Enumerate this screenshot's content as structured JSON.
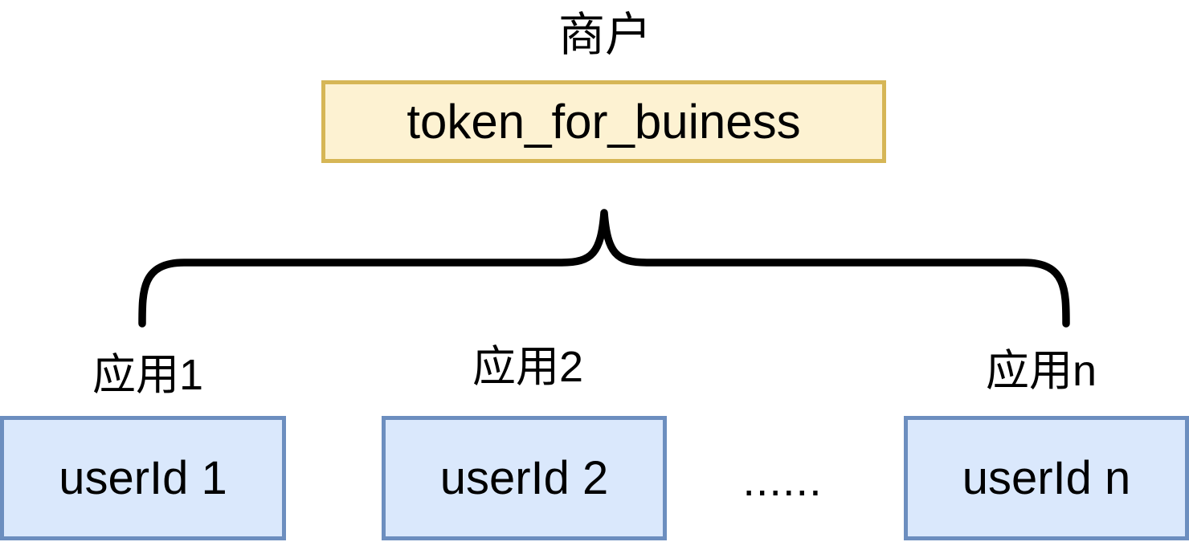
{
  "diagram": {
    "merchant_title": "商户",
    "token_box_label": "token_for_buiness",
    "app_labels": [
      "应用1",
      "应用2",
      "应用n"
    ],
    "user_boxes": [
      "userId 1",
      "userId 2",
      "userId n"
    ],
    "ellipsis": "......",
    "colors": {
      "background": "#ffffff",
      "text": "#000000",
      "token_fill": "#fdf2d2",
      "token_border": "#d6b656",
      "user_fill": "#dae8fc",
      "user_border": "#6c8ebf",
      "brace": "#000000"
    }
  }
}
